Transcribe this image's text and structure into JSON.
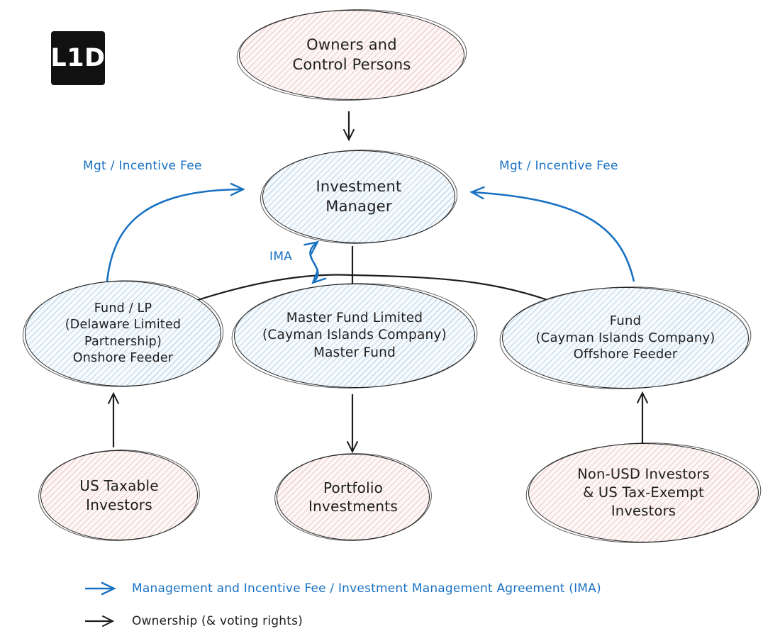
{
  "logo": {
    "text": "L1D"
  },
  "colors": {
    "accent_blue": "#1971c2",
    "ink": "#1e1e1e",
    "pink_hatch": "#e7c3c3",
    "blue_hatch": "#bcd9ef",
    "background": "#ffffff"
  },
  "nodes": {
    "owners": {
      "label": "Owners and\nControl Persons"
    },
    "investment_manager": {
      "label": "Investment\nManager"
    },
    "onshore_feeder": {
      "label": "Fund / LP\n(Delaware Limited\nPartnership)\nOnshore Feeder"
    },
    "master_fund": {
      "label": "Master Fund Limited\n(Cayman Islands Company)\nMaster Fund"
    },
    "offshore_feeder": {
      "label": "Fund\n(Cayman Islands Company)\nOffshore Feeder"
    },
    "us_taxable_investors": {
      "label": "US Taxable\nInvestors"
    },
    "portfolio_investments": {
      "label": "Portfolio\nInvestments"
    },
    "non_usd_investors": {
      "label": "Non-USD Investors\n& US Tax-Exempt\nInvestors"
    }
  },
  "edge_labels": {
    "fee_left": "Mgt / Incentive Fee",
    "fee_right": "Mgt / Incentive Fee",
    "ima": "IMA"
  },
  "legend": {
    "items": [
      {
        "icon": "fee-arrow-icon",
        "label": "Management and Incentive Fee / Investment Management Agreement (IMA)"
      },
      {
        "icon": "ownership-arrow-icon",
        "label": "Ownership (& voting rights)"
      }
    ]
  }
}
